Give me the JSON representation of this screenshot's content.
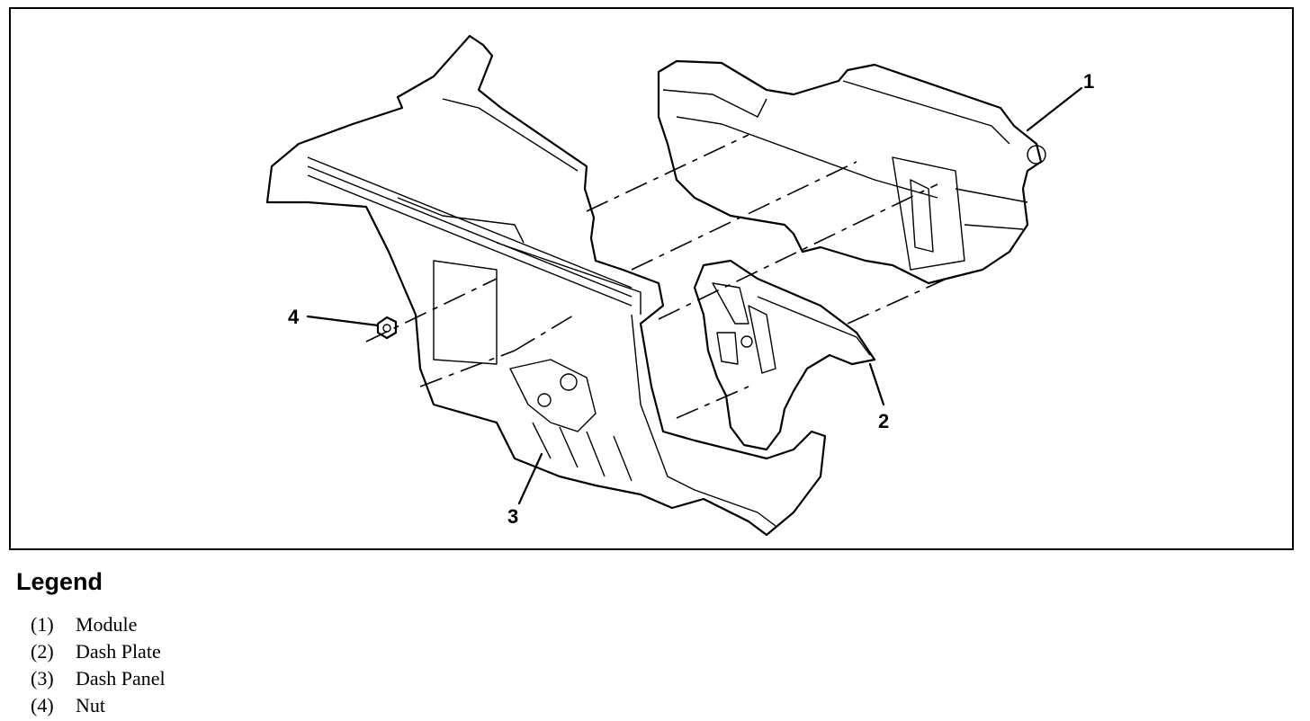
{
  "callouts": {
    "c1": "1",
    "c2": "2",
    "c3": "3",
    "c4": "4"
  },
  "legend": {
    "title": "Legend",
    "items": [
      {
        "num": "(1)",
        "label": "Module"
      },
      {
        "num": "(2)",
        "label": "Dash Plate"
      },
      {
        "num": "(3)",
        "label": "Dash Panel"
      },
      {
        "num": "(4)",
        "label": "Nut"
      }
    ]
  }
}
